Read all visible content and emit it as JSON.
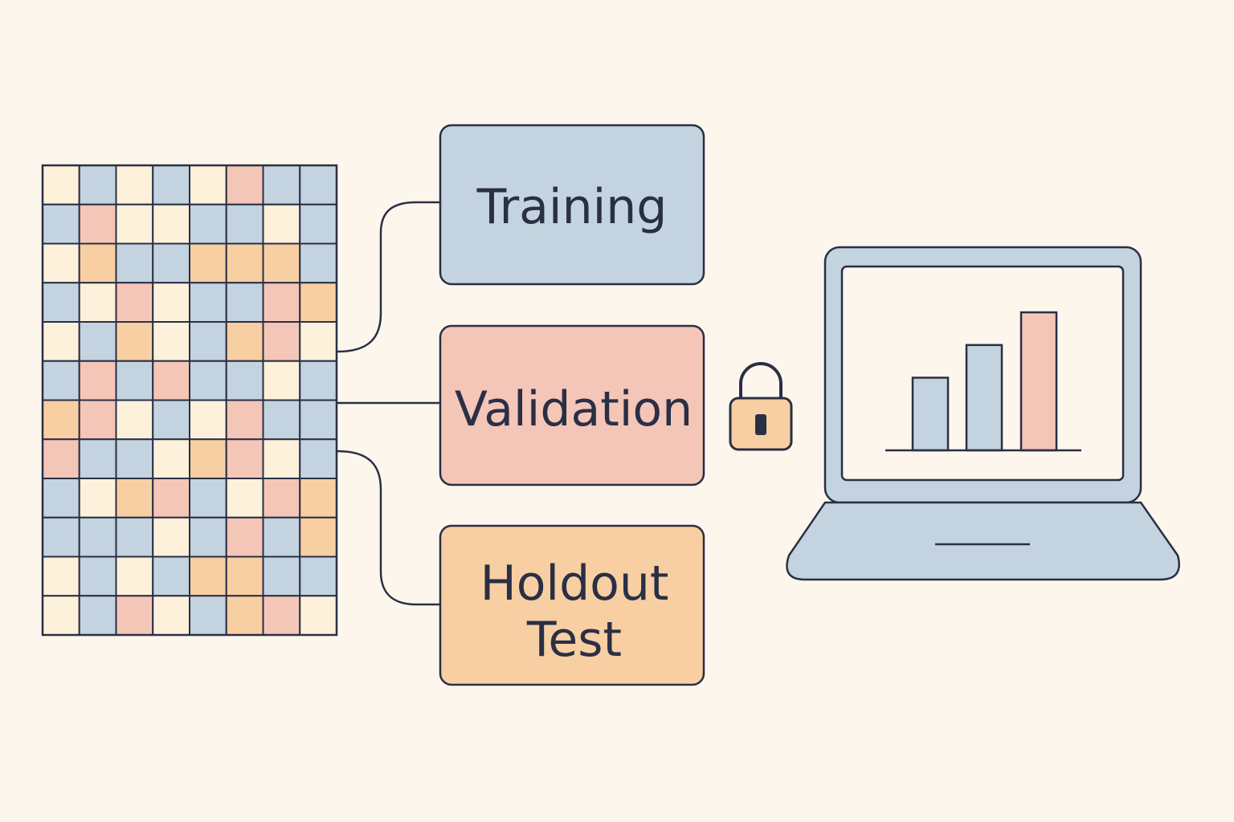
{
  "colors": {
    "background": "#fdf6ec",
    "stroke": "#2a2f45",
    "blue": "#c3d3df",
    "pink": "#f4c6b7",
    "peach": "#f7cfa2",
    "cream": "#fdf1dc"
  },
  "dataset": {
    "icon": "data-grid-icon",
    "rows": [
      [
        "cream",
        "blue",
        "cream",
        "blue",
        "cream",
        "pink",
        "blue",
        "blue"
      ],
      [
        "blue",
        "pink",
        "cream",
        "cream",
        "blue",
        "blue",
        "cream",
        "blue"
      ],
      [
        "cream",
        "peach",
        "blue",
        "blue",
        "peach",
        "peach",
        "peach",
        "blue"
      ],
      [
        "blue",
        "cream",
        "pink",
        "cream",
        "blue",
        "blue",
        "pink",
        "peach"
      ],
      [
        "cream",
        "blue",
        "peach",
        "cream",
        "blue",
        "peach",
        "pink",
        "cream"
      ],
      [
        "blue",
        "pink",
        "blue",
        "pink",
        "blue",
        "blue",
        "cream",
        "blue"
      ],
      [
        "peach",
        "pink",
        "cream",
        "blue",
        "cream",
        "pink",
        "blue",
        "blue"
      ],
      [
        "pink",
        "blue",
        "blue",
        "cream",
        "peach",
        "pink",
        "cream",
        "blue"
      ],
      [
        "blue",
        "cream",
        "peach",
        "pink",
        "blue",
        "cream",
        "pink",
        "peach"
      ],
      [
        "blue",
        "blue",
        "blue",
        "cream",
        "blue",
        "pink",
        "blue",
        "peach"
      ],
      [
        "cream",
        "blue",
        "cream",
        "blue",
        "peach",
        "peach",
        "blue",
        "blue"
      ],
      [
        "cream",
        "blue",
        "pink",
        "cream",
        "blue",
        "peach",
        "pink",
        "cream"
      ]
    ]
  },
  "splits": [
    {
      "id": "training",
      "lines": [
        "Training"
      ],
      "fill": "#c3d3df"
    },
    {
      "id": "validation",
      "lines": [
        "Validation"
      ],
      "fill": "#f4c6b7"
    },
    {
      "id": "holdout",
      "lines": [
        "Holdout",
        "Test"
      ],
      "fill": "#f7cfa2"
    }
  ],
  "lock": {
    "icon": "padlock-icon",
    "fill": "#f7cfa2"
  },
  "laptop": {
    "icon": "laptop-icon",
    "chart_data": {
      "type": "bar",
      "categories": [
        "",
        "",
        ""
      ],
      "values": [
        1,
        1.45,
        1.9
      ],
      "colors": [
        "#c3d3df",
        "#c3d3df",
        "#f4c6b7"
      ],
      "ylim": [
        0,
        2.1
      ],
      "grid": false,
      "title": "",
      "xlabel": "",
      "ylabel": ""
    }
  }
}
